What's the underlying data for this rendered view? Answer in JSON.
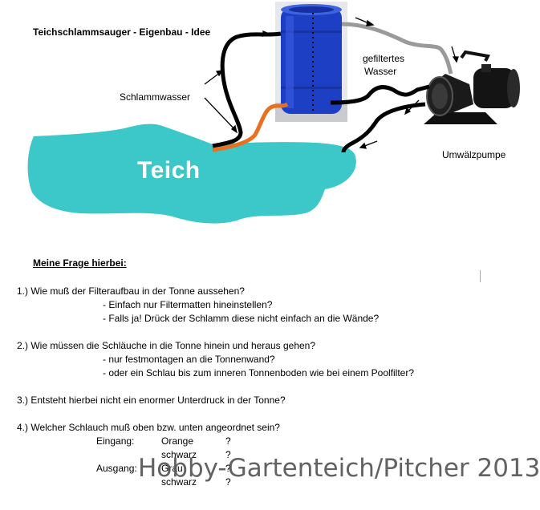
{
  "diagram": {
    "title": "Teichschlammsauger - Eigenbau - Idee",
    "label_schlammwasser": "Schlammwasser",
    "label_gefiltertes": "gefiltertes",
    "label_wasser": "Wasser",
    "label_pump": "Umwälzpumpe",
    "label_pond": "Teich",
    "colors": {
      "pond": "#3cc8c8",
      "barrel": "#1c3fc4",
      "hose_orange": "#e87020",
      "hose_gray": "#9a9a9a",
      "hose_black": "#000000"
    }
  },
  "text": {
    "heading": "Meine Frage hierbei:",
    "q1": "1.) Wie muß der Filteraufbau in der Tonne aussehen?",
    "q1a": "- Einfach nur Filtermatten hineinstellen?",
    "q1b": "- Falls ja! Drück der Schlamm diese nicht einfach an die Wände?",
    "q2": "2.) Wie müssen die Schläuche in die Tonne hinein und heraus gehen?",
    "q2a": "- nur festmontagen an die Tonnenwand?",
    "q2b": "- oder ein Schlau bis zum inneren Tonnenboden wie bei einem Poolfilter?",
    "q3": "3.) Entsteht hierbei nicht ein enormer Unterdruck in der Tonne?",
    "q4": "4.) Welcher Schlauch muß oben bzw. unten angeordnet sein?",
    "eingang": "Eingang:",
    "ausgang": "Ausgang:",
    "orange": "Orange",
    "schwarz1": "schwarz",
    "grau": "Grau",
    "schwarz2": "schwarz",
    "qm1": "?",
    "qm2": "?",
    "qm3": "?",
    "qm4": "?"
  },
  "watermark": "Hobby-Gartenteich/Pitcher 2013"
}
